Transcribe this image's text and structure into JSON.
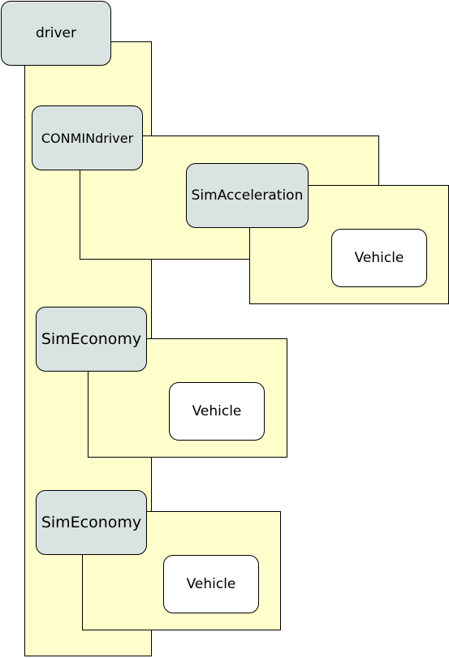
{
  "colors": {
    "region_fill": "#ffffcc",
    "assembly_fill": "#d9e3e2",
    "component_fill": "#ffffff",
    "stroke": "#000000"
  },
  "nodes": {
    "driver": "driver",
    "conmin_driver": "CONMINdriver",
    "sim_acceleration": "SimAcceleration",
    "sim_acceleration_vehicle": "Vehicle",
    "sim_economy_1": "SimEconomy",
    "sim_economy_1_vehicle": "Vehicle",
    "sim_economy_2": "SimEconomy",
    "sim_economy_2_vehicle": "Vehicle"
  }
}
